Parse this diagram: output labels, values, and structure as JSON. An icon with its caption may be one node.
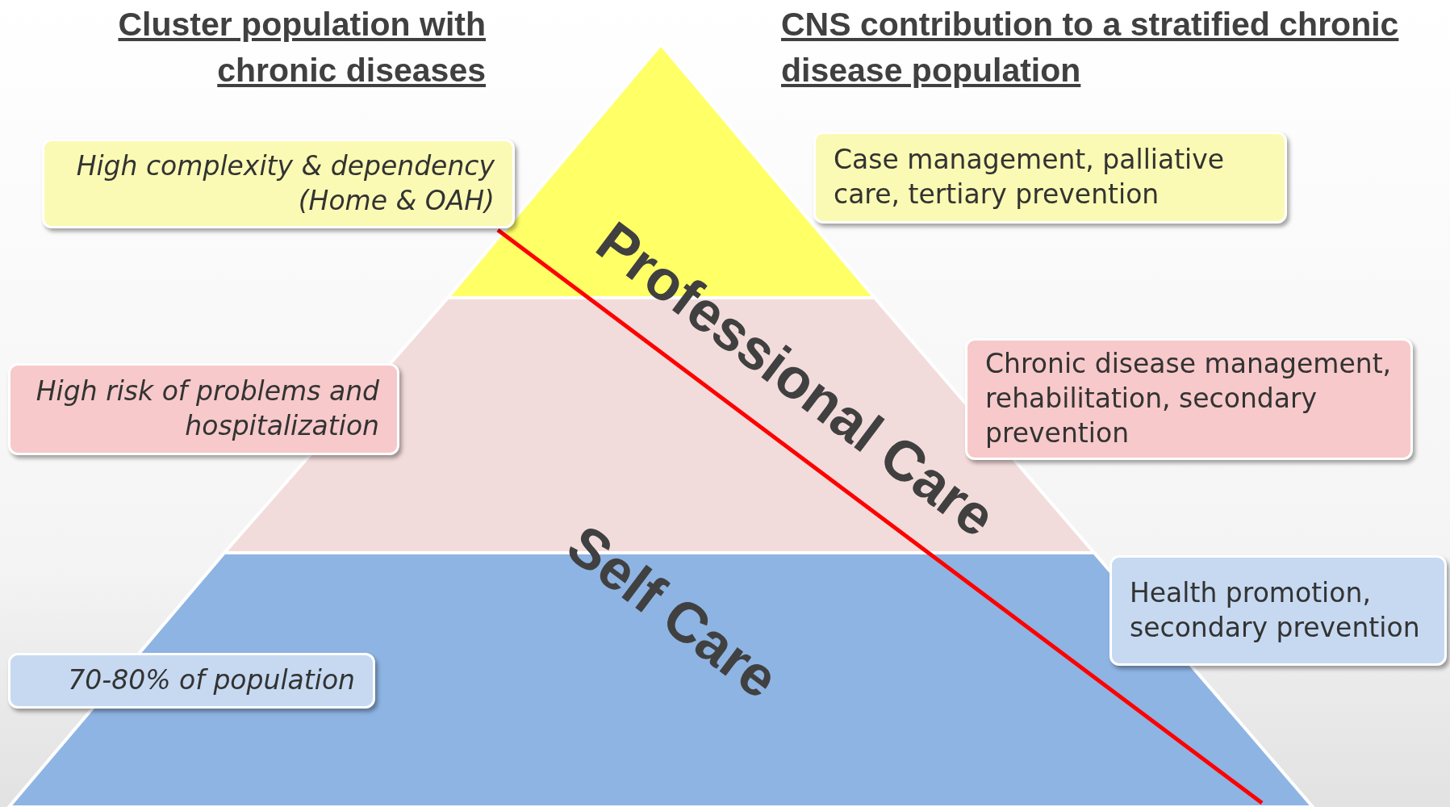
{
  "diagram": {
    "nodes": [
      {
        "text": [
          "High complexity & dependency (Home & OAH)"
        ]
      },
      {
        "text": [
          "Case management, palliative care, tertiary prevention"
        ]
      },
      {
        "text": [
          "High risk of problems and hospitalization"
        ]
      },
      {
        "text": [
          "Chronic disease management, rehabilitation, secondary prevention"
        ]
      },
      {
        "text": [
          "70-80% of population"
        ]
      },
      {
        "text": [
          "Health promotion, secondary prevention"
        ]
      }
    ],
    "edges": [],
    "labels": [
      "Cluster population with chronic diseases",
      "CNS contribution to a stratified chronic disease population",
      "Professional Care",
      "Self Care"
    ]
  }
}
